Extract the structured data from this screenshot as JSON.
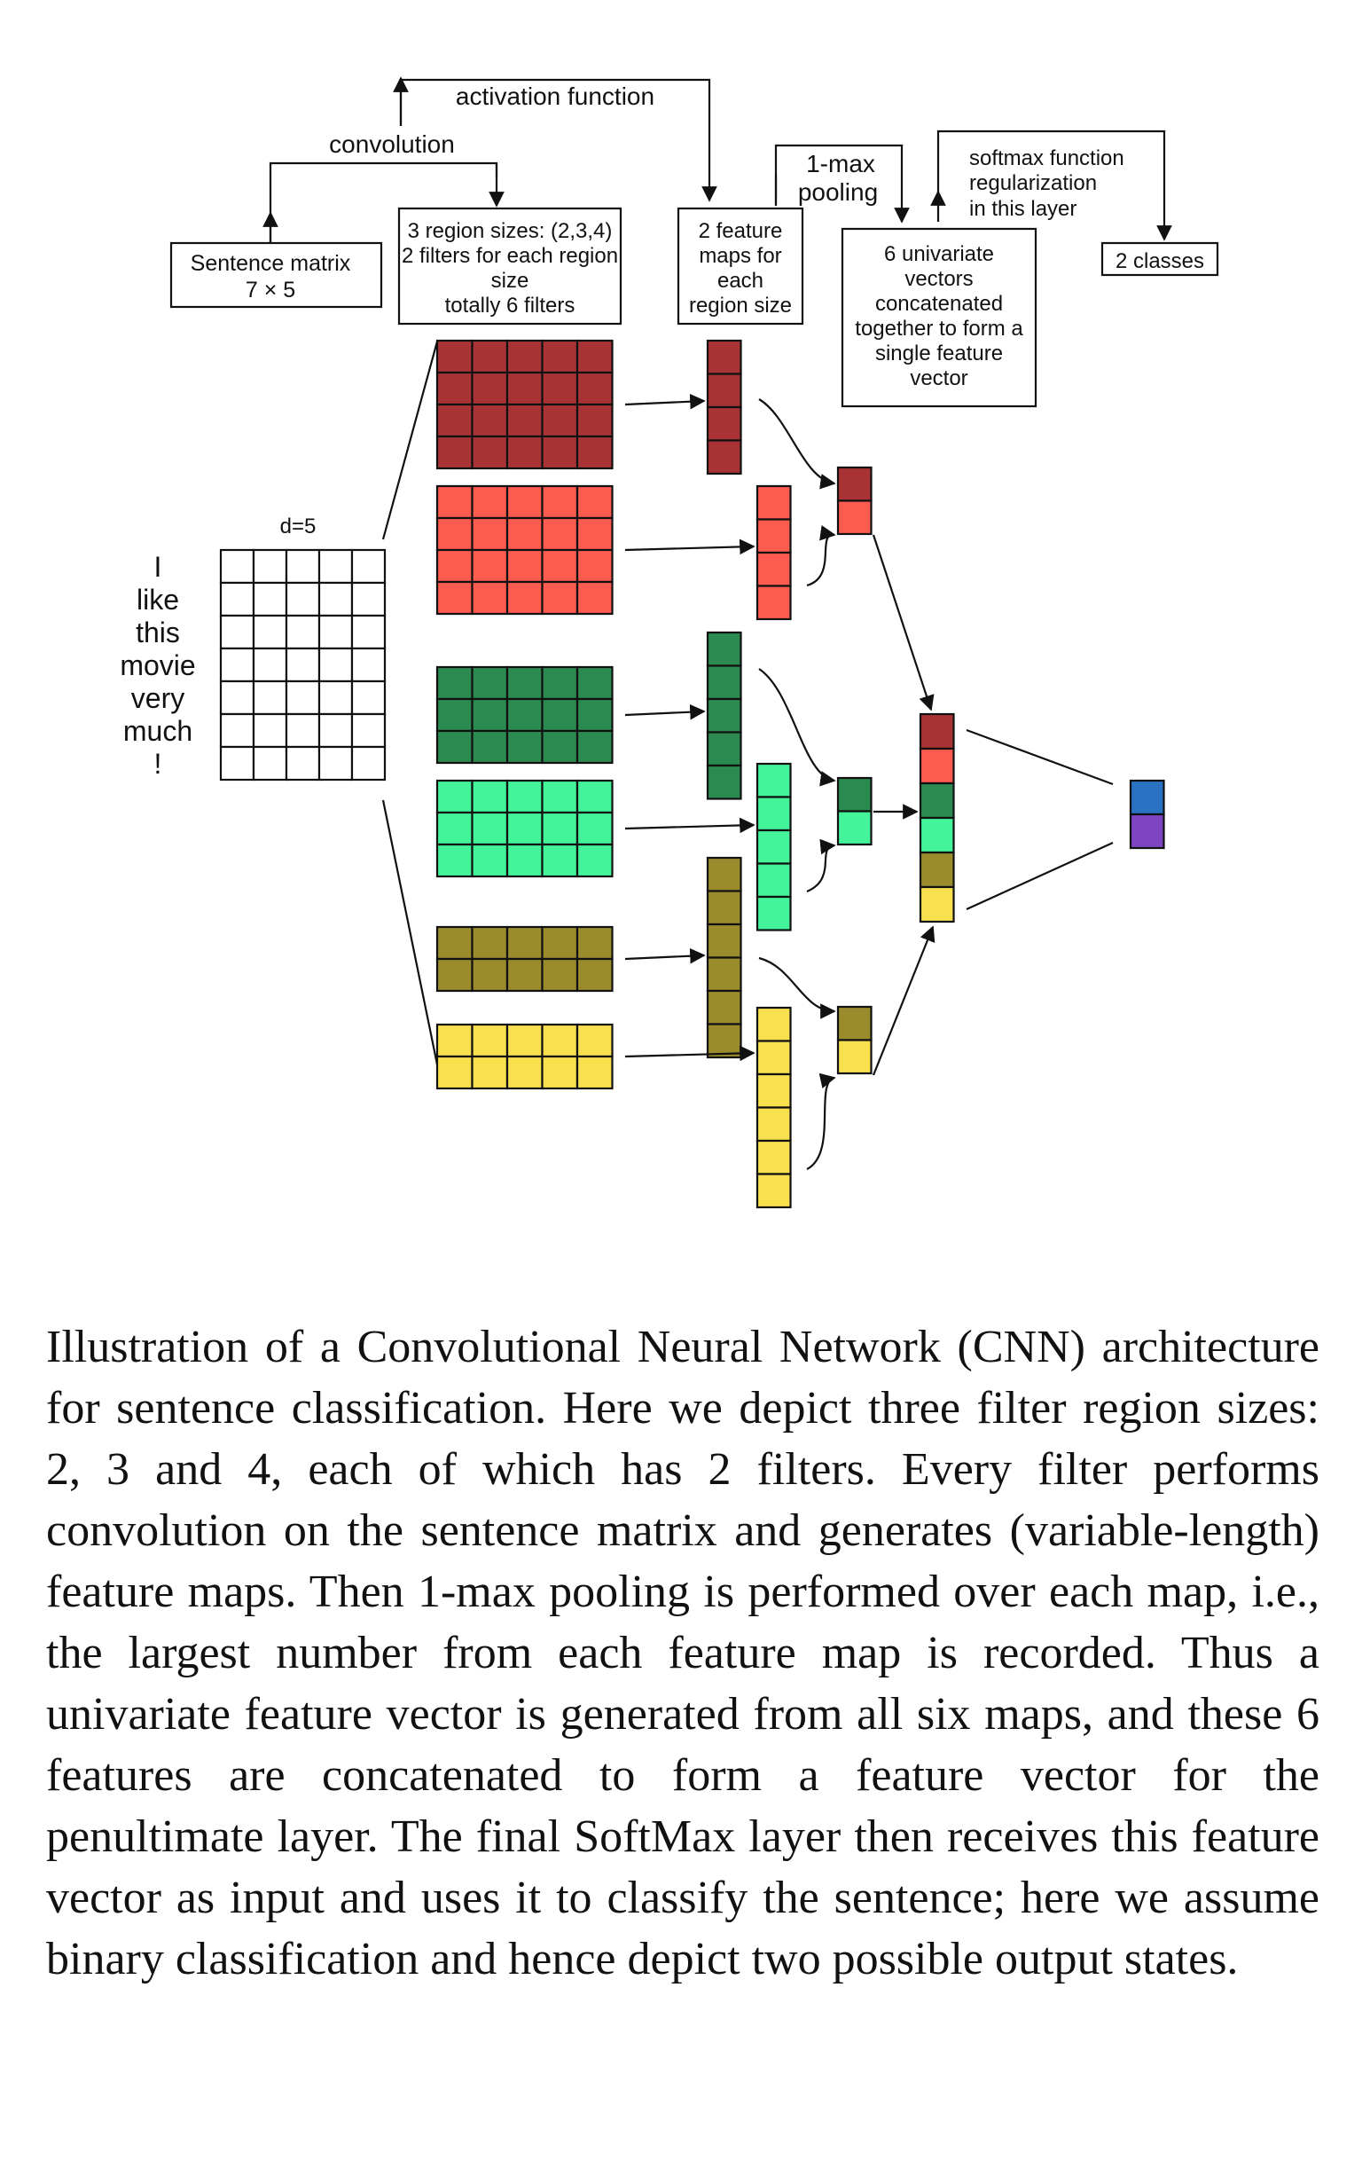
{
  "labels": {
    "activation_function": "activation function",
    "convolution": "convolution",
    "one_max_pooling": [
      "1-max",
      "pooling"
    ],
    "softmax": [
      "softmax function",
      "regularization",
      "in this layer"
    ],
    "sentence_matrix": [
      "Sentence matrix",
      "7 × 5"
    ],
    "region_sizes": [
      "3 region sizes: (2,3,4)",
      "2 filters for each region",
      "size",
      "totally 6 filters"
    ],
    "feature_maps": [
      "2 feature",
      "maps for",
      "each",
      "region size"
    ],
    "univariate": [
      "6 univariate",
      "vectors",
      "concatenated",
      "together to form a",
      "single feature",
      "vector"
    ],
    "classes": "2 classes",
    "d": "d=5"
  },
  "sentence_words": [
    "I",
    "like",
    "this",
    "movie",
    "very",
    "much",
    "!"
  ],
  "filters": [
    {
      "rows": 4,
      "color": "#a93334",
      "map_len": 4,
      "pooled_color": "#a93334"
    },
    {
      "rows": 4,
      "color": "#fc5b50",
      "map_len": 4,
      "pooled_color": "#fc5b50"
    },
    {
      "rows": 3,
      "color": "#2a8a4f",
      "map_len": 5,
      "pooled_color": "#2a8a4f"
    },
    {
      "rows": 3,
      "color": "#43f49a",
      "map_len": 5,
      "pooled_color": "#43f49a"
    },
    {
      "rows": 2,
      "color": "#9a8b2d",
      "map_len": 6,
      "pooled_color": "#9a8b2d"
    },
    {
      "rows": 2,
      "color": "#f9e04f",
      "map_len": 6,
      "pooled_color": "#f9e04f"
    }
  ],
  "output_colors": [
    "#2a73c2",
    "#7d45c2"
  ],
  "caption": "Illustration of a Convolutional Neural Network (CNN) architecture for sentence classification. Here we depict three filter region sizes: 2, 3 and 4, each of which has 2 filters. Every filter performs convolution on the sentence matrix and generates (variable-length) feature maps. Then 1-max pooling is performed over each map, i.e., the largest number from each feature map is recorded. Thus a univariate feature vector is generated from all six maps, and these 6 features are concatenated to form a feature vector for the penultimate layer. The final SoftMax layer then receives this feature vector as input and uses it to classify the sentence; here we assume binary classification and hence depict two possible output states."
}
